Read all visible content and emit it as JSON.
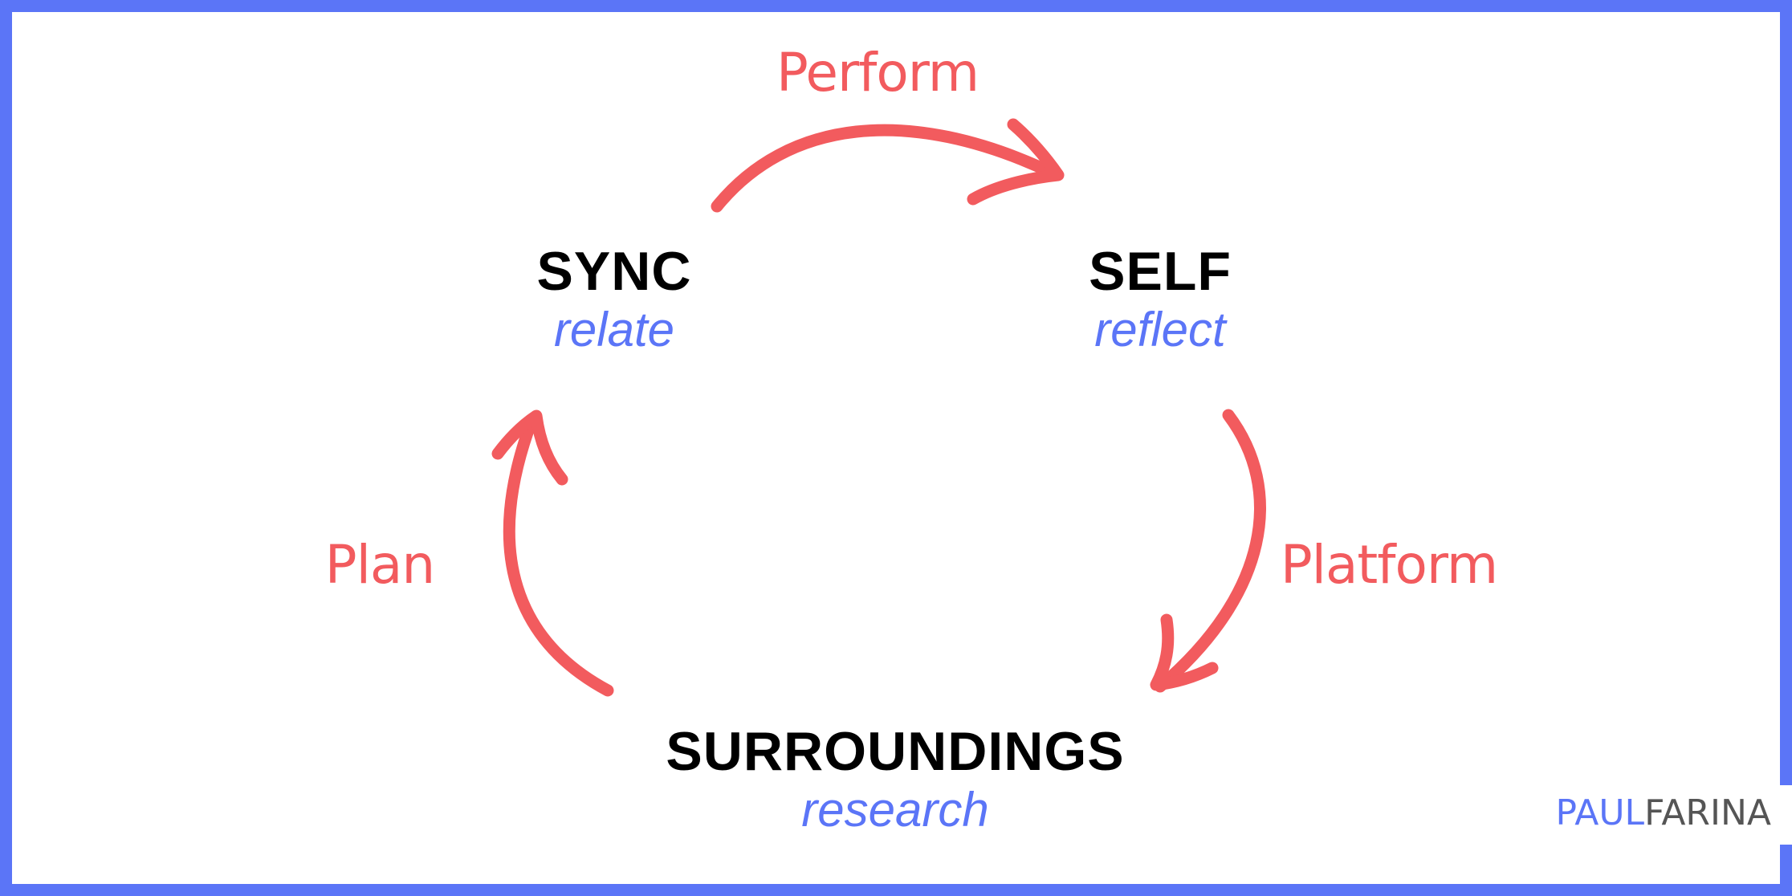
{
  "colors": {
    "border": "#5b75f7",
    "accent_blue": "#5b75f7",
    "arrow_red": "#f25b5e",
    "title_black": "#000000",
    "brand_gray": "#555555"
  },
  "nodes": {
    "sync": {
      "title": "SYNC",
      "subtitle": "relate"
    },
    "self": {
      "title": "SELF",
      "subtitle": "reflect"
    },
    "surroundings": {
      "title": "SURROUNDINGS",
      "subtitle": "research"
    }
  },
  "steps": {
    "perform": "Perform",
    "platform": "Platform",
    "plan": "Plan"
  },
  "brand": {
    "first": "PAUL",
    "last": "FARINA"
  }
}
